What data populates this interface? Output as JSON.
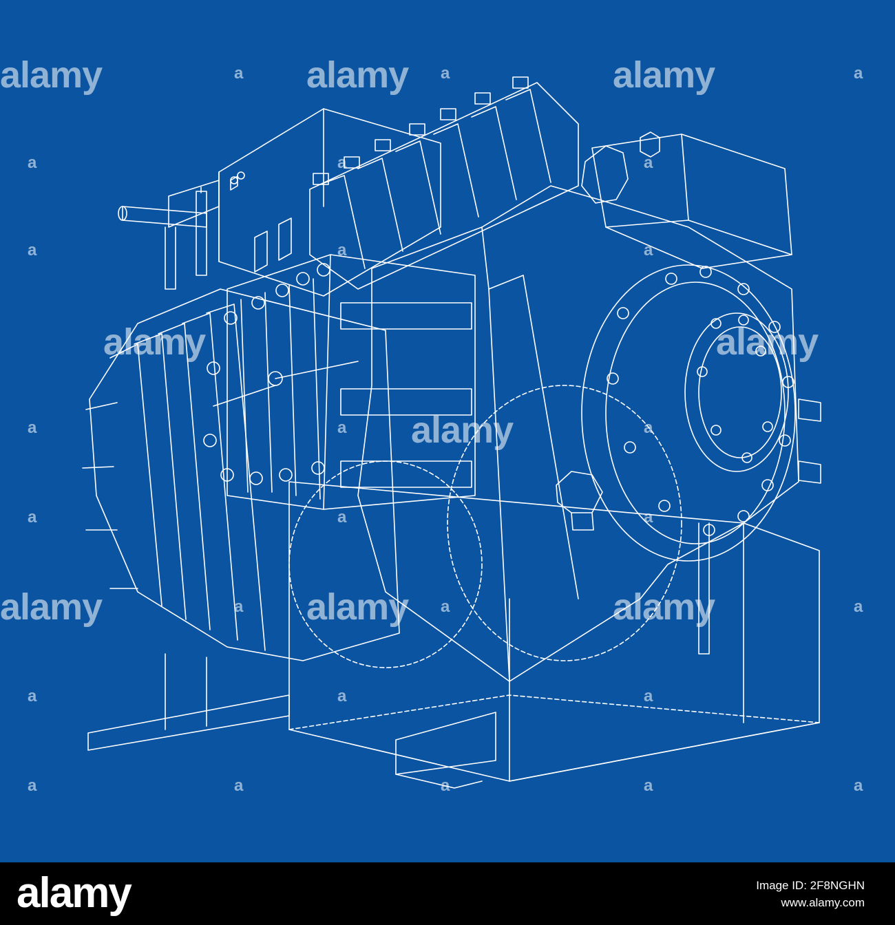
{
  "image": {
    "subject": "wireframe-compressor",
    "background_color": "#0b54a2",
    "line_color": "#ffffff"
  },
  "watermark": {
    "brand": "alamy",
    "short_mark": "a"
  },
  "footer": {
    "logo": "alamy",
    "image_id_label": "Image ID: 2F8NGHN",
    "url": "www.alamy.com"
  }
}
